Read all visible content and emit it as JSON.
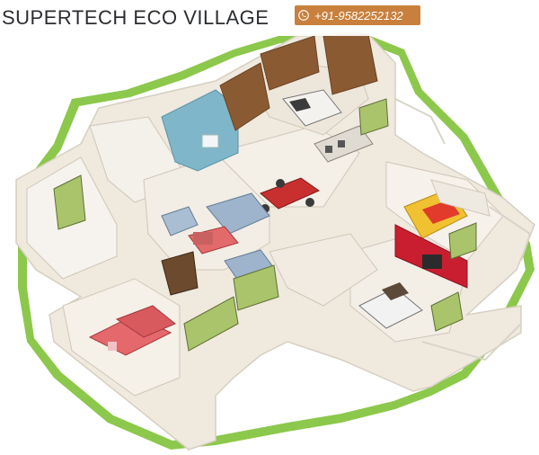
{
  "header": {
    "title_brand": "SUPERTECH",
    "title_project": "ECO VILLAGE",
    "phone": "+91-9582252132"
  },
  "icons": {
    "phone": "phone-icon"
  },
  "colors": {
    "accent": "#c8803c",
    "title_text": "#2b2d30",
    "lawn": "#7cc242",
    "wall": "#f1ece2"
  }
}
